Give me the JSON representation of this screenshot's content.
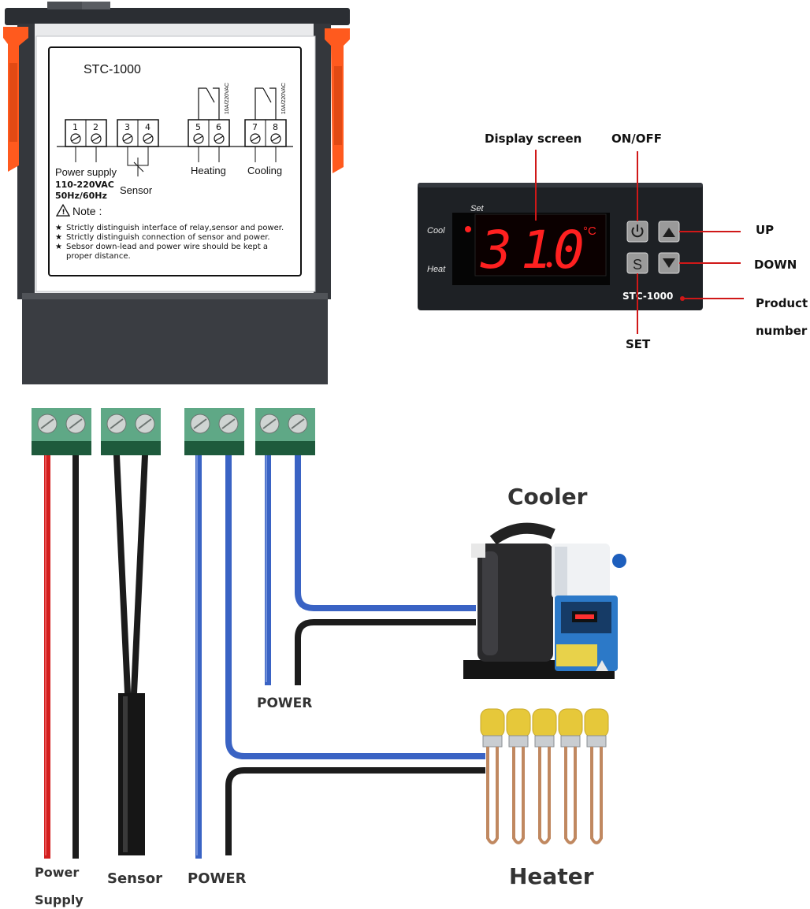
{
  "colors": {
    "terminal_green": "#5fa886",
    "terminal_dark": "#1e5a3c",
    "wire_red": "#d21f1f",
    "wire_black": "#1c1c1c",
    "wire_blue": "#3a63c4",
    "clip_orange": "#ff5a1e",
    "display_red": "#ff2020",
    "callout_red": "#d01818",
    "panel_black": "#1e2125"
  },
  "back_label": {
    "model": "STC-1000",
    "terminals": [
      "1",
      "2",
      "3",
      "4",
      "5",
      "6",
      "7",
      "8"
    ],
    "relay_rating_heating": "10A/220VAC",
    "relay_rating_cooling": "10A/220VAC",
    "power_supply_label": "Power supply",
    "voltage": "110-220VAC",
    "frequency": "50Hz/60Hz",
    "sensor_label": "Sensor",
    "heating_label": "Heating",
    "cooling_label": "Cooling",
    "note_title": "Note :",
    "notes": [
      "Strictly distinguish interface of relay,sensor and power.",
      "Strictly distinguish connection of sensor and power.",
      "Sebsor down-lead and power wire should be kept a"
    ],
    "note_continuation": "proper distance."
  },
  "front_panel": {
    "set_indicator": "Set",
    "cool_indicator": "Cool",
    "heat_indicator": "Heat",
    "reading": "31.0",
    "reading_digits": [
      "3",
      "1",
      "0"
    ],
    "unit": "°C",
    "model": "STC-1000",
    "set_button_glyph": "S"
  },
  "callouts": {
    "display_screen": "Display screen",
    "on_off": "ON/OFF",
    "up": "UP",
    "down": "DOWN",
    "product": "Product",
    "number": "number",
    "set": "SET"
  },
  "wiring": {
    "bottom_power_supply_line1": "Power",
    "bottom_power_supply_line2": "Supply",
    "bottom_sensor": "Sensor",
    "bottom_power": "POWER",
    "cooler_power": "POWER",
    "cooler_title": "Cooler",
    "heater_title": "Heater"
  }
}
